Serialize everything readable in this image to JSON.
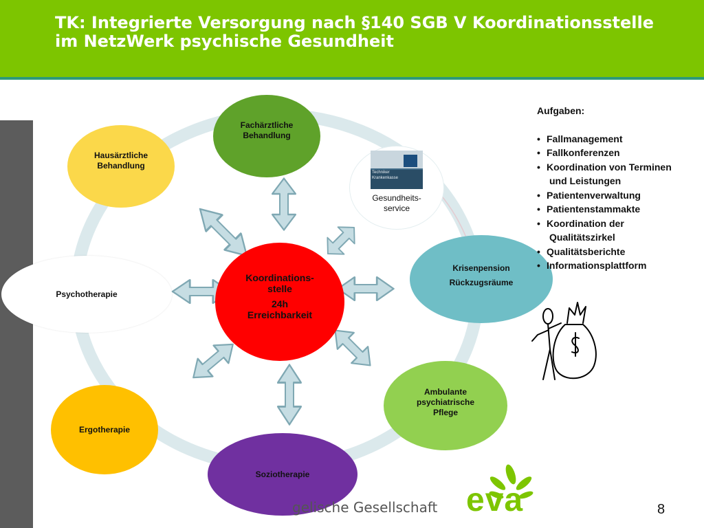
{
  "title": "TK: Integrierte Versorgung nach §140 SGB V Koordinationsstelle im NetzWerk psychische Gesundheit",
  "center": {
    "line1": "Koordinations-",
    "line2": "stelle",
    "line3": "24h",
    "line4": "Erreichbarkeit"
  },
  "nodes": {
    "fach": {
      "line1": "Fachärztliche",
      "line2": "Behandlung"
    },
    "haus": {
      "line1": "Hausärztliche",
      "line2": "Behandlung"
    },
    "gs": {
      "line1": "Gesundheits-",
      "line2": "service",
      "logo_text": "Techniker Krankenkasse"
    },
    "krise": {
      "line1": "Krisenpension",
      "line2": "Rückzugsräume"
    },
    "psycho": {
      "line1": "Psychotherapie"
    },
    "amb": {
      "line1": "Ambulante",
      "line2": "psychiatrische",
      "line3": "Pflege"
    },
    "ergo": {
      "line1": "Ergotherapie"
    },
    "sozio": {
      "line1": "Soziotherapie"
    }
  },
  "tasks": {
    "heading": "Aufgaben:",
    "item1": "Fallmanagement",
    "item2": "Fallkonferenzen",
    "item3a": "Koordination von Terminen",
    "item3b": "und Leistungen",
    "item4": "Patientenverwaltung",
    "item5": "Patientenstammakte",
    "item6a": "Koordination der",
    "item6b": "Qualitätszirkel",
    "item7": "Qualitätsberichte",
    "item8": "Informationsplattform"
  },
  "footer": {
    "org_fragment": "gelische Gesellschaft",
    "brand": "eva",
    "page": "8"
  },
  "colors": {
    "header": "#7dc500",
    "center": "#ff0000",
    "fach": "#5fa22a",
    "haus": "#fbd84a",
    "krise": "#6fbec6",
    "amb": "#92d050",
    "ergo": "#ffc000",
    "sozio": "#7030a0",
    "ring": "#dbe9ec",
    "arrow": "#c6dde3"
  },
  "icons": [
    "tk-logo-icon",
    "money-bag-figure-icon",
    "eva-leaf-icon"
  ]
}
